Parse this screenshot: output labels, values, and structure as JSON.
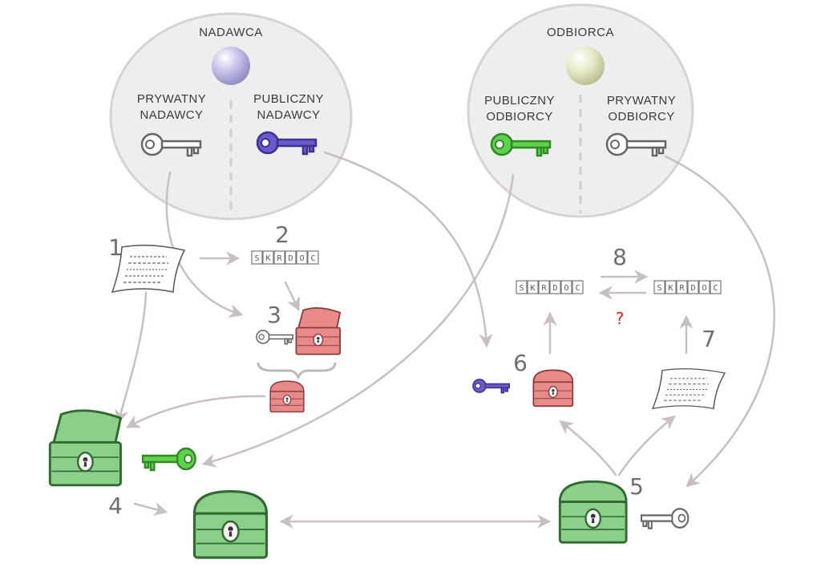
{
  "sender": {
    "title": "NADAWCA",
    "private_key_label": [
      "PRYWATNY",
      "NADAWCY"
    ],
    "public_key_label": [
      "PUBLICZNY",
      "NADAWCY"
    ]
  },
  "receiver": {
    "title": "ODBIORCA",
    "public_key_label": [
      "PUBLICZNY",
      "ODBIORCY"
    ],
    "private_key_label": [
      "PRYWATNY",
      "ODBIORCY"
    ]
  },
  "steps": [
    "1",
    "2",
    "3",
    "4",
    "5",
    "6",
    "7",
    "8"
  ],
  "cipher_text": [
    "S",
    "K",
    "R",
    "D",
    "O",
    "C"
  ],
  "mismatch_mark": "?",
  "colors": {
    "sender_sphere": "#b7b3dd",
    "receiver_sphere": "#dfe0b8",
    "sender_public_key": "#6a5acd",
    "receiver_public_key": "#5fd14a",
    "private_key": "#ffffff",
    "red_chest": "#e98a8a",
    "green_chest": "#8ad08a",
    "arrow": "#c9bfbf",
    "question": "#e02020"
  }
}
